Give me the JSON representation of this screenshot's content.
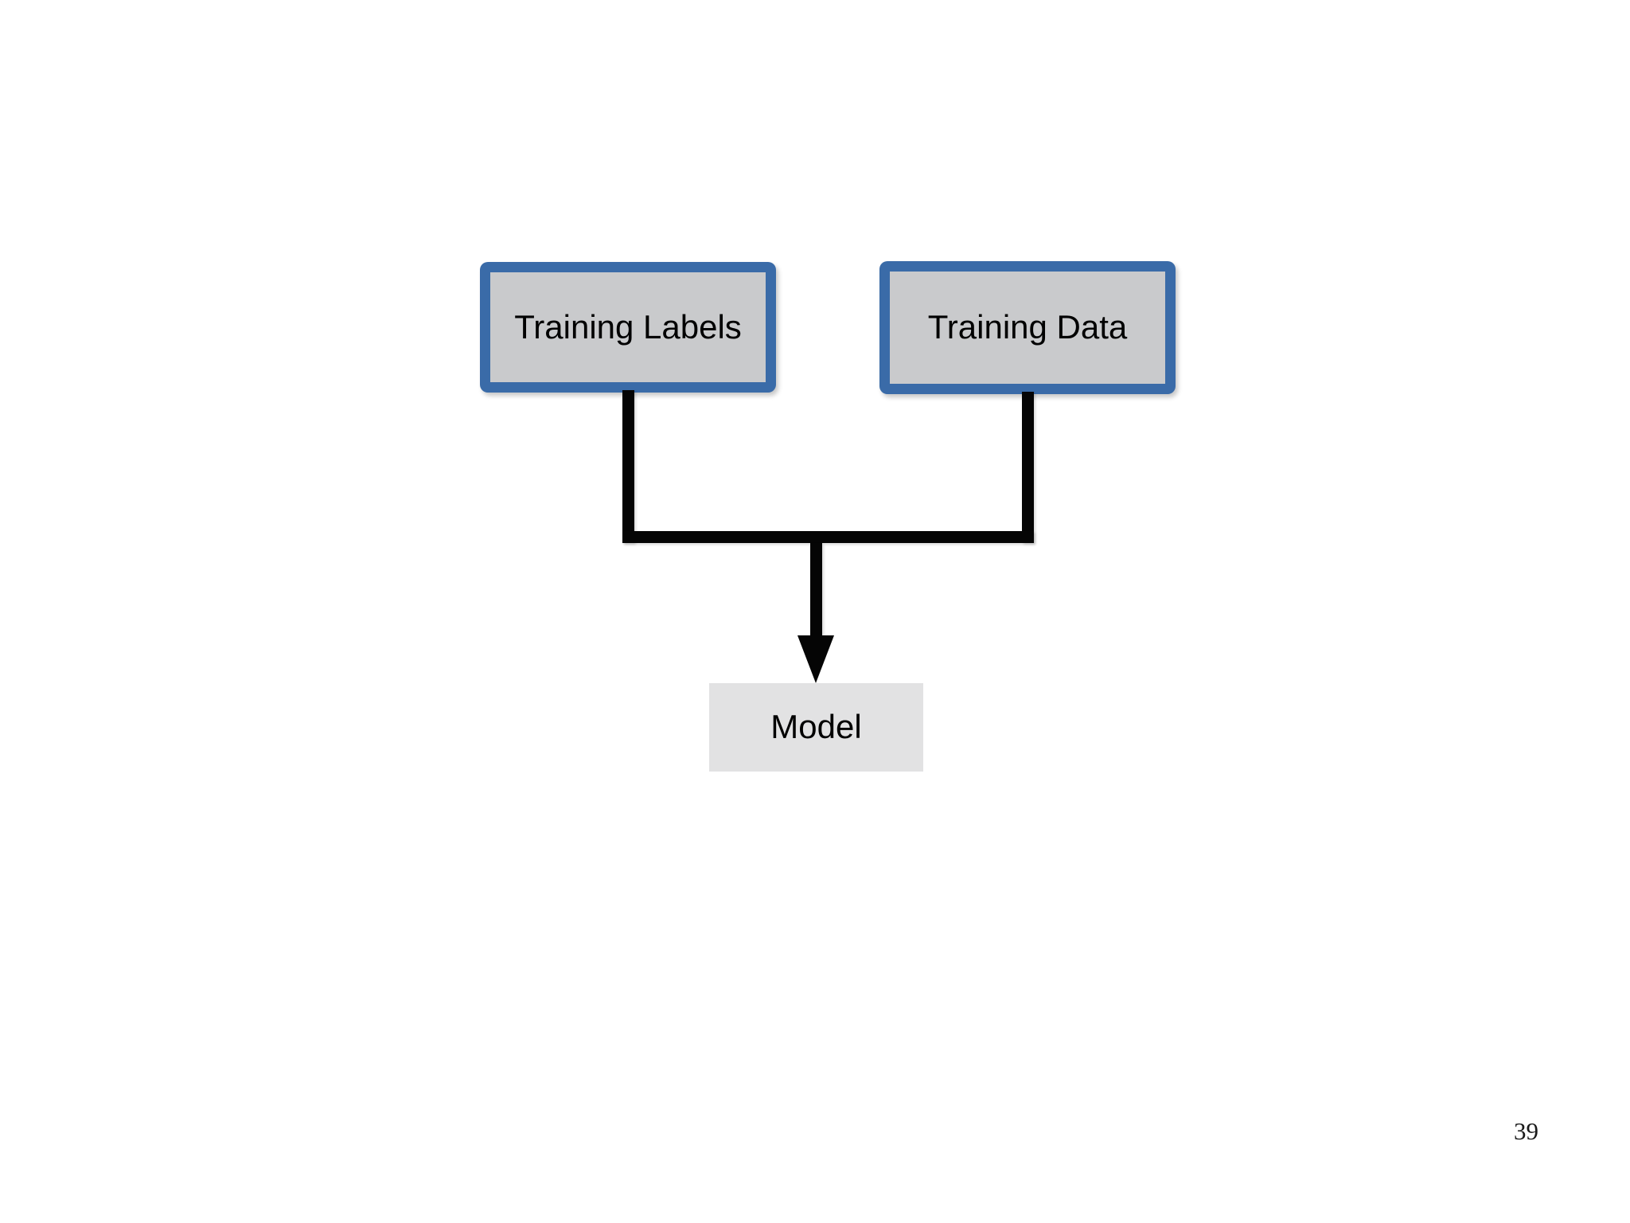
{
  "page": {
    "number": "39"
  },
  "diagram": {
    "boxes": [
      {
        "id": "training-labels",
        "label": "Training Labels"
      },
      {
        "id": "training-data",
        "label": "Training Data"
      },
      {
        "id": "model",
        "label": "Model"
      }
    ],
    "connections": [
      {
        "from": "training-labels",
        "to": "model"
      },
      {
        "from": "training-data",
        "to": "model"
      }
    ],
    "colors": {
      "box_border_blue": "#3a6ba8",
      "box_fill_grey": "#c9cacc",
      "model_fill_grey": "#e2e2e3",
      "connector_black": "#050505",
      "text_black": "#000000",
      "background": "#ffffff"
    }
  }
}
